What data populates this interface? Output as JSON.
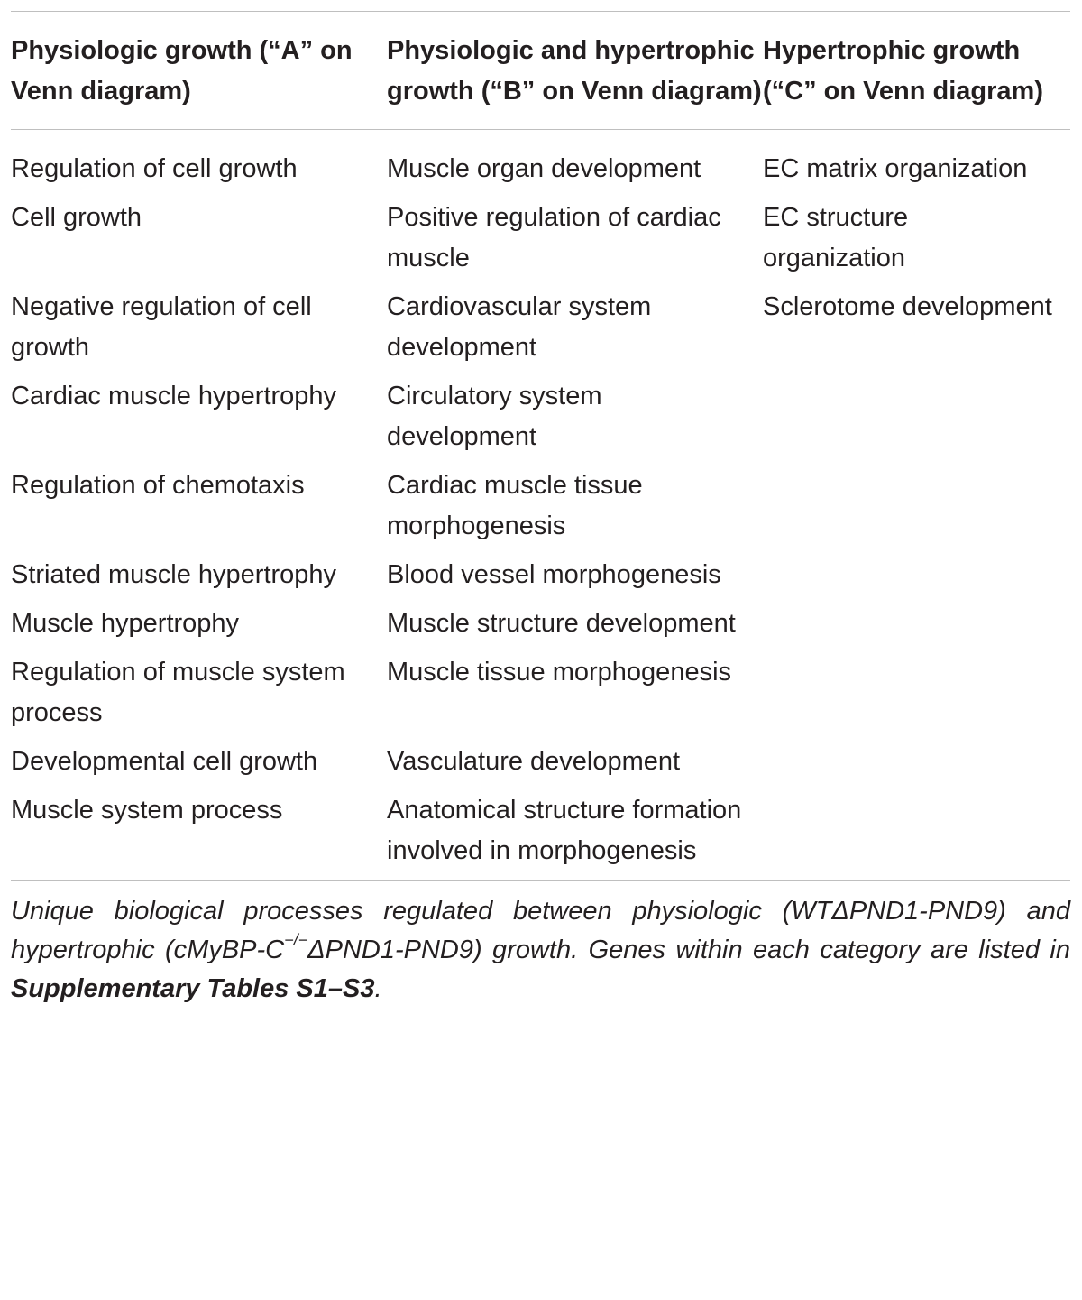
{
  "table": {
    "headers": [
      "Physiologic growth (“A” on Venn diagram)",
      "Physiologic and hypertrophic growth (“B” on Venn diagram)",
      "Hypertrophic growth (“C” on Venn diagram)"
    ],
    "rows": [
      [
        "Regulation of cell growth",
        "Muscle organ development",
        "EC matrix organization"
      ],
      [
        "Cell growth",
        "Positive regulation of cardiac muscle",
        "EC structure organization"
      ],
      [
        "Negative regulation of cell growth",
        "Cardiovascular system development",
        "Sclerotome development"
      ],
      [
        "Cardiac muscle hypertrophy",
        "Circulatory system development",
        ""
      ],
      [
        "Regulation of chemotaxis",
        "Cardiac muscle tissue morphogenesis",
        ""
      ],
      [
        "Striated muscle hypertrophy",
        "Blood vessel morphogenesis",
        ""
      ],
      [
        "Muscle hypertrophy",
        "Muscle structure development",
        ""
      ],
      [
        "Regulation of muscle system process",
        "Muscle tissue morphogenesis",
        ""
      ],
      [
        "Developmental cell growth",
        "Vasculature development",
        ""
      ],
      [
        "Muscle system process",
        "Anatomical structure formation involved in morphogenesis",
        ""
      ]
    ]
  },
  "caption": {
    "part1": "Unique biological processes regulated between physiologic (WT",
    "delta1": "Δ",
    "part2": "PND1-PND9) and hypertrophic (cMyBP-C",
    "superscript": "−/−",
    "delta2": "Δ",
    "part3": "PND1-PND9) growth. Genes within each category are listed in ",
    "bold_ref": "Supplementary Tables S1–S3",
    "end": "."
  }
}
